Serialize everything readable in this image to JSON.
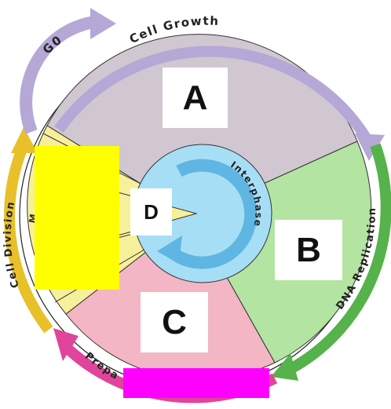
{
  "diagram": {
    "labels": {
      "g0": "G0",
      "cell_growth": "Cell Growth",
      "dna_replication": "DNA Replication",
      "cell_division": "Cell Division",
      "interphase": "Interphase",
      "preparation_partial": "Prepa",
      "mitosis_partial": "M"
    },
    "answer_boxes": {
      "a": "A",
      "b": "B",
      "c": "C",
      "d": "D"
    },
    "colors": {
      "sector_a": "#d0c7d1",
      "sector_b": "#b3e4a2",
      "sector_c": "#f2b6c4",
      "sector_d": "#f7f09a",
      "interphase_ring": "#a6dff5",
      "interphase_arrow": "#5fb6e2",
      "arrow_g0_growth": "#b5a8d6",
      "arrow_dna": "#56b24a",
      "arrow_prep": "#e0459a",
      "arrow_division": "#e8c02a",
      "cover_yellow": "#ffff00",
      "cover_magenta": "#ff00ff"
    }
  }
}
